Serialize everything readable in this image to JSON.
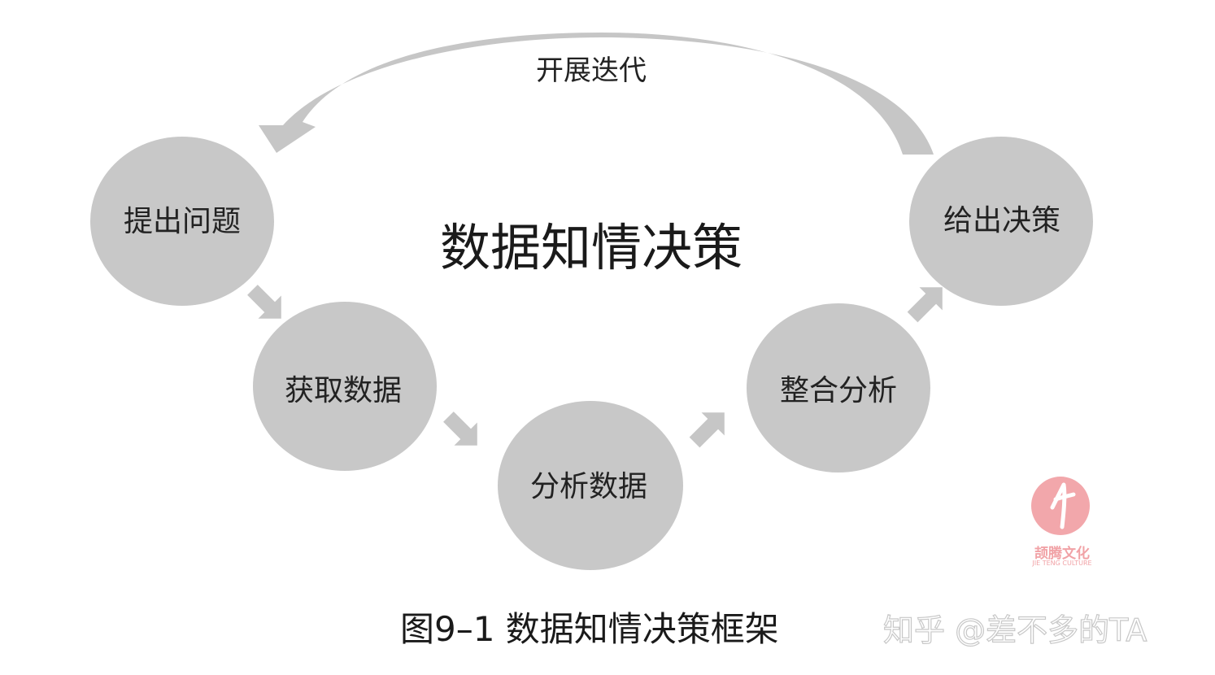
{
  "diagram": {
    "center_title": "数据知情决策",
    "loop_label": "开展迭代",
    "nodes": [
      {
        "id": "ask",
        "label": "提出问题"
      },
      {
        "id": "acquire",
        "label": "获取数据"
      },
      {
        "id": "analyze",
        "label": "分析数据"
      },
      {
        "id": "integrate",
        "label": "整合分析"
      },
      {
        "id": "decide",
        "label": "给出决策"
      }
    ],
    "flow": [
      "提出问题",
      "获取数据",
      "分析数据",
      "整合分析",
      "给出决策",
      "提出问题"
    ]
  },
  "caption": "图9–1 数据知情决策框架",
  "watermark": "知乎 @差不多的TA",
  "logo": {
    "name": "颉腾文化",
    "subtitle": "JIE TENG CULTURE"
  },
  "colors": {
    "node_fill": "#c8c8c8",
    "arrow_fill": "#c6c6c6",
    "text": "#222222",
    "logo_pink": "#f2a7ab"
  }
}
